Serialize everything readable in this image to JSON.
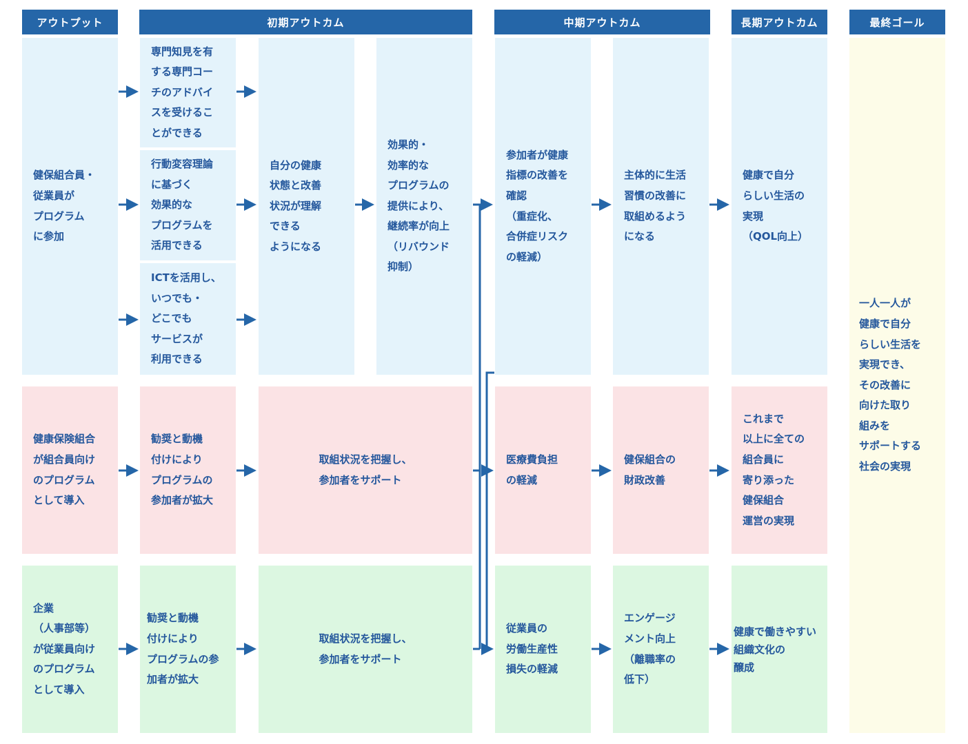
{
  "headers": {
    "output": "アウトプット",
    "initial": "初期アウトカム",
    "middle": "中期アウトカム",
    "long": "長期アウトカム",
    "final": "最終ゴール"
  },
  "blue_row": {
    "output": "健保組合員・\n従業員が\nプログラム\nに参加",
    "initial_a1": "専門知見を有\nする専門コー\nチのアドバイ\nスを受けるこ\nとができる",
    "initial_a2": "行動変容理論\nに基づく\n効果的な\nプログラムを\n活用できる",
    "initial_a3": "ICTを活用し、\nいつでも・\nどこでも\nサービスが\n利用できる",
    "initial_b": "自分の健康\n状態と改善\n状況が理解\nできる\nようになる",
    "initial_c": "効果的・\n効率的な\nプログラムの\n提供により、\n継続率が向上\n（リバウンド\n抑制）",
    "middle_a": "参加者が健康\n指標の改善を\n確認\n（重症化、\n合併症リスク\nの軽減）",
    "middle_b": "主体的に生活\n習慣の改善に\n取組めるよう\nになる",
    "long": "健康で自分\nらしい生活の\n実現\n（QOL向上）"
  },
  "pink_row": {
    "output": "健康保険組合\nが組合員向け\nのプログラム\nとして導入",
    "initial_a": "勧奨と動機\n付けにより\nプログラムの\n参加者が拡大",
    "initial_b": "取組状況を把握し、\n参加者をサポート",
    "middle_a": "医療費負担\nの軽減",
    "middle_b": "健保組合の\n財政改善",
    "long": "これまで\n以上に全ての\n組合員に\n寄り添った\n健保組合\n運営の実現"
  },
  "green_row": {
    "output": "企業\n（人事部等）\nが従業員向け\nのプログラム\nとして導入",
    "initial_a": "勧奨と動機\n付けにより\nプログラムの参\n加者が拡大",
    "initial_b": "取組状況を把握し、\n参加者をサポート",
    "middle_a": "従業員の\n労働生産性\n損失の軽減",
    "middle_b": "エンゲージ\nメント向上\n（離職率の\n低下）",
    "long": "健康で働きやすい\n組織文化の\n醸成"
  },
  "final_goal": "一人一人が\n健康で自分\nらしい生活を\n実現でき、\nその改善に\n向けた取り\n組みを\nサポートする\n社会の実現",
  "colors": {
    "header_bg": "#2566a8",
    "text": "#24579c",
    "blue_bg": "#e4f3fb",
    "pink_bg": "#fbe3e5",
    "green_bg": "#dcf7e1",
    "goal_bg": "#fdfce8",
    "arrow": "#2566a8"
  }
}
